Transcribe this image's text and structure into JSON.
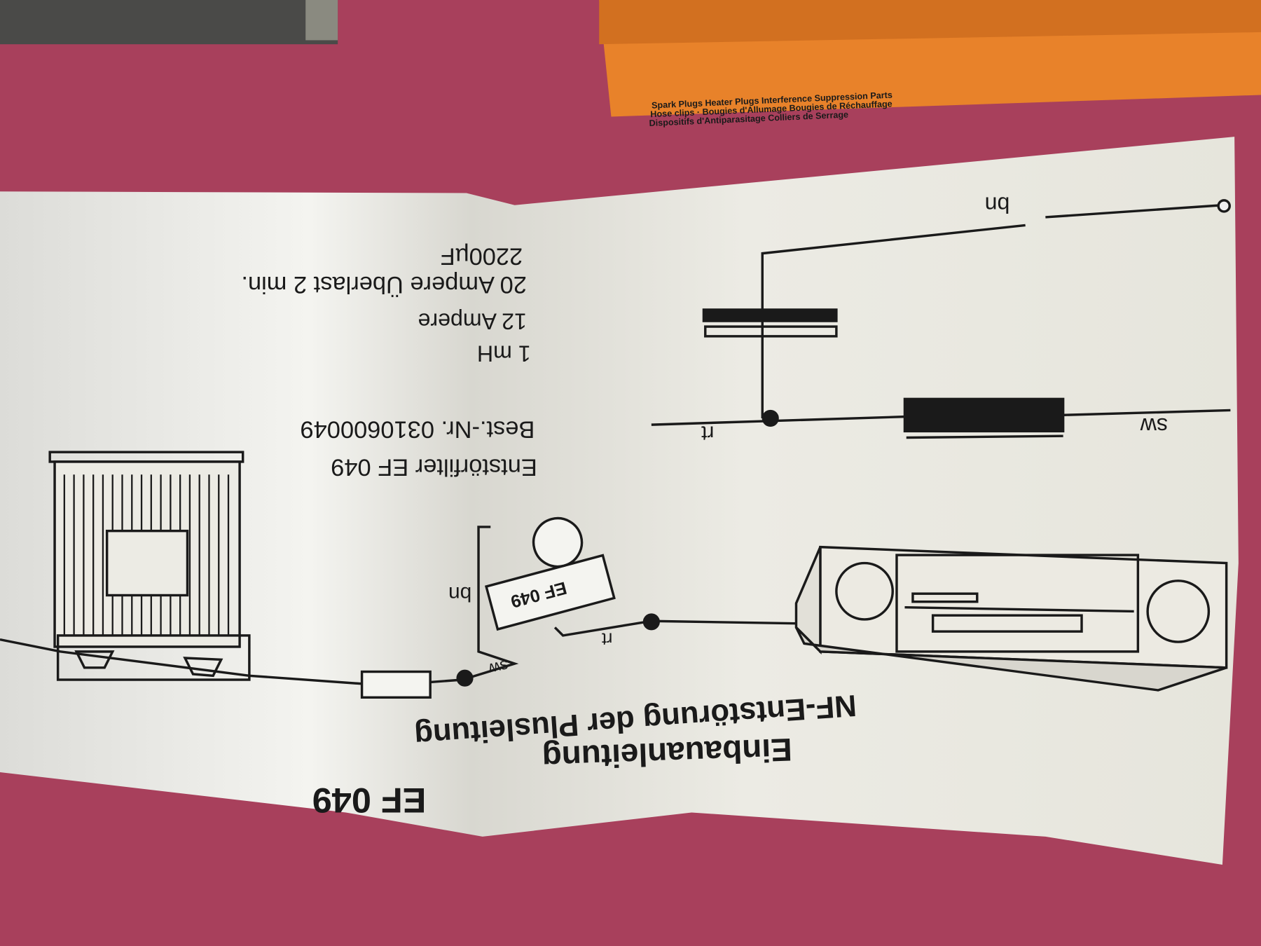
{
  "box": {
    "line1": "Spark Plugs Heater Plugs Interference Suppression Parts",
    "line2": "Hose clips · Bougies d'Allumage Bougies de Réchauffage",
    "line3": "Dispositifs d'Antiparasitage Colliers de Serrage",
    "color": "#e8822a"
  },
  "leaflet": {
    "title_main": "Einbauanleitung",
    "title_model": "EF 049",
    "subtitle": "NF-Entstörung der Plusleitung",
    "specs": {
      "name": "Entstörfilter EF 049",
      "order_no": "Best.-Nr. 0310600049",
      "inductance": "1 mH",
      "current": "12 Ampere",
      "overload": "20 Ampere Überlast 2 min.",
      "capacitance": "2200µF"
    },
    "diagram": {
      "wire_bn_top": "bn",
      "wire_rt_top": "rt",
      "wire_sw_top": "sw",
      "wire_bn_bottom": "bn",
      "wire_sw_bottom": "sw",
      "wire_rt_bottom": "rt",
      "filter_label": "EF 049"
    }
  },
  "colors": {
    "fabric": "#a8405c",
    "paper": "#ecebe4",
    "ink": "#1a1a1a"
  }
}
